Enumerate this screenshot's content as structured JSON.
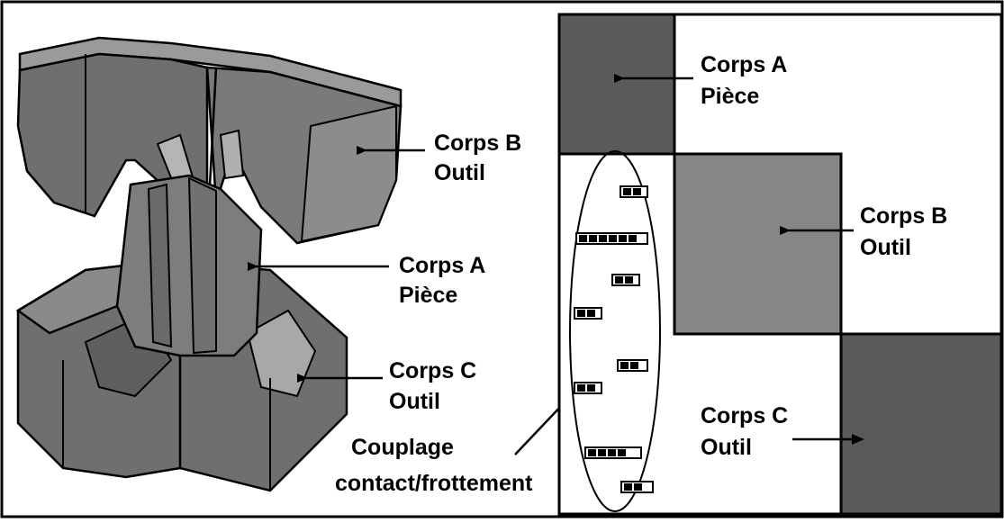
{
  "figure": {
    "left_panel": {
      "labels": {
        "corps_b": {
          "line1": "Corps B",
          "line2": "Outil"
        },
        "corps_a": {
          "line1": "Corps A",
          "line2": "Pièce"
        },
        "corps_c": {
          "line1": "Corps C",
          "line2": "Outil"
        },
        "couplage": {
          "line1": "Couplage",
          "line2": "contact/frottement"
        }
      }
    },
    "right_panel": {
      "labels": {
        "corps_a": {
          "line1": "Corps A",
          "line2": "Pièce"
        },
        "corps_b": {
          "line1": "Corps B",
          "line2": "Outil"
        },
        "corps_c": {
          "line1": "Corps C",
          "line2": "Outil"
        }
      }
    }
  },
  "colors": {
    "block_dark": "#5a5a5a",
    "block_mid": "#868686",
    "solid_face": "#6f6f6f",
    "solid_side": "#8e8e8e",
    "solid_top": "#9a9a9a",
    "outline": "#000000",
    "background": "#ffffff"
  }
}
